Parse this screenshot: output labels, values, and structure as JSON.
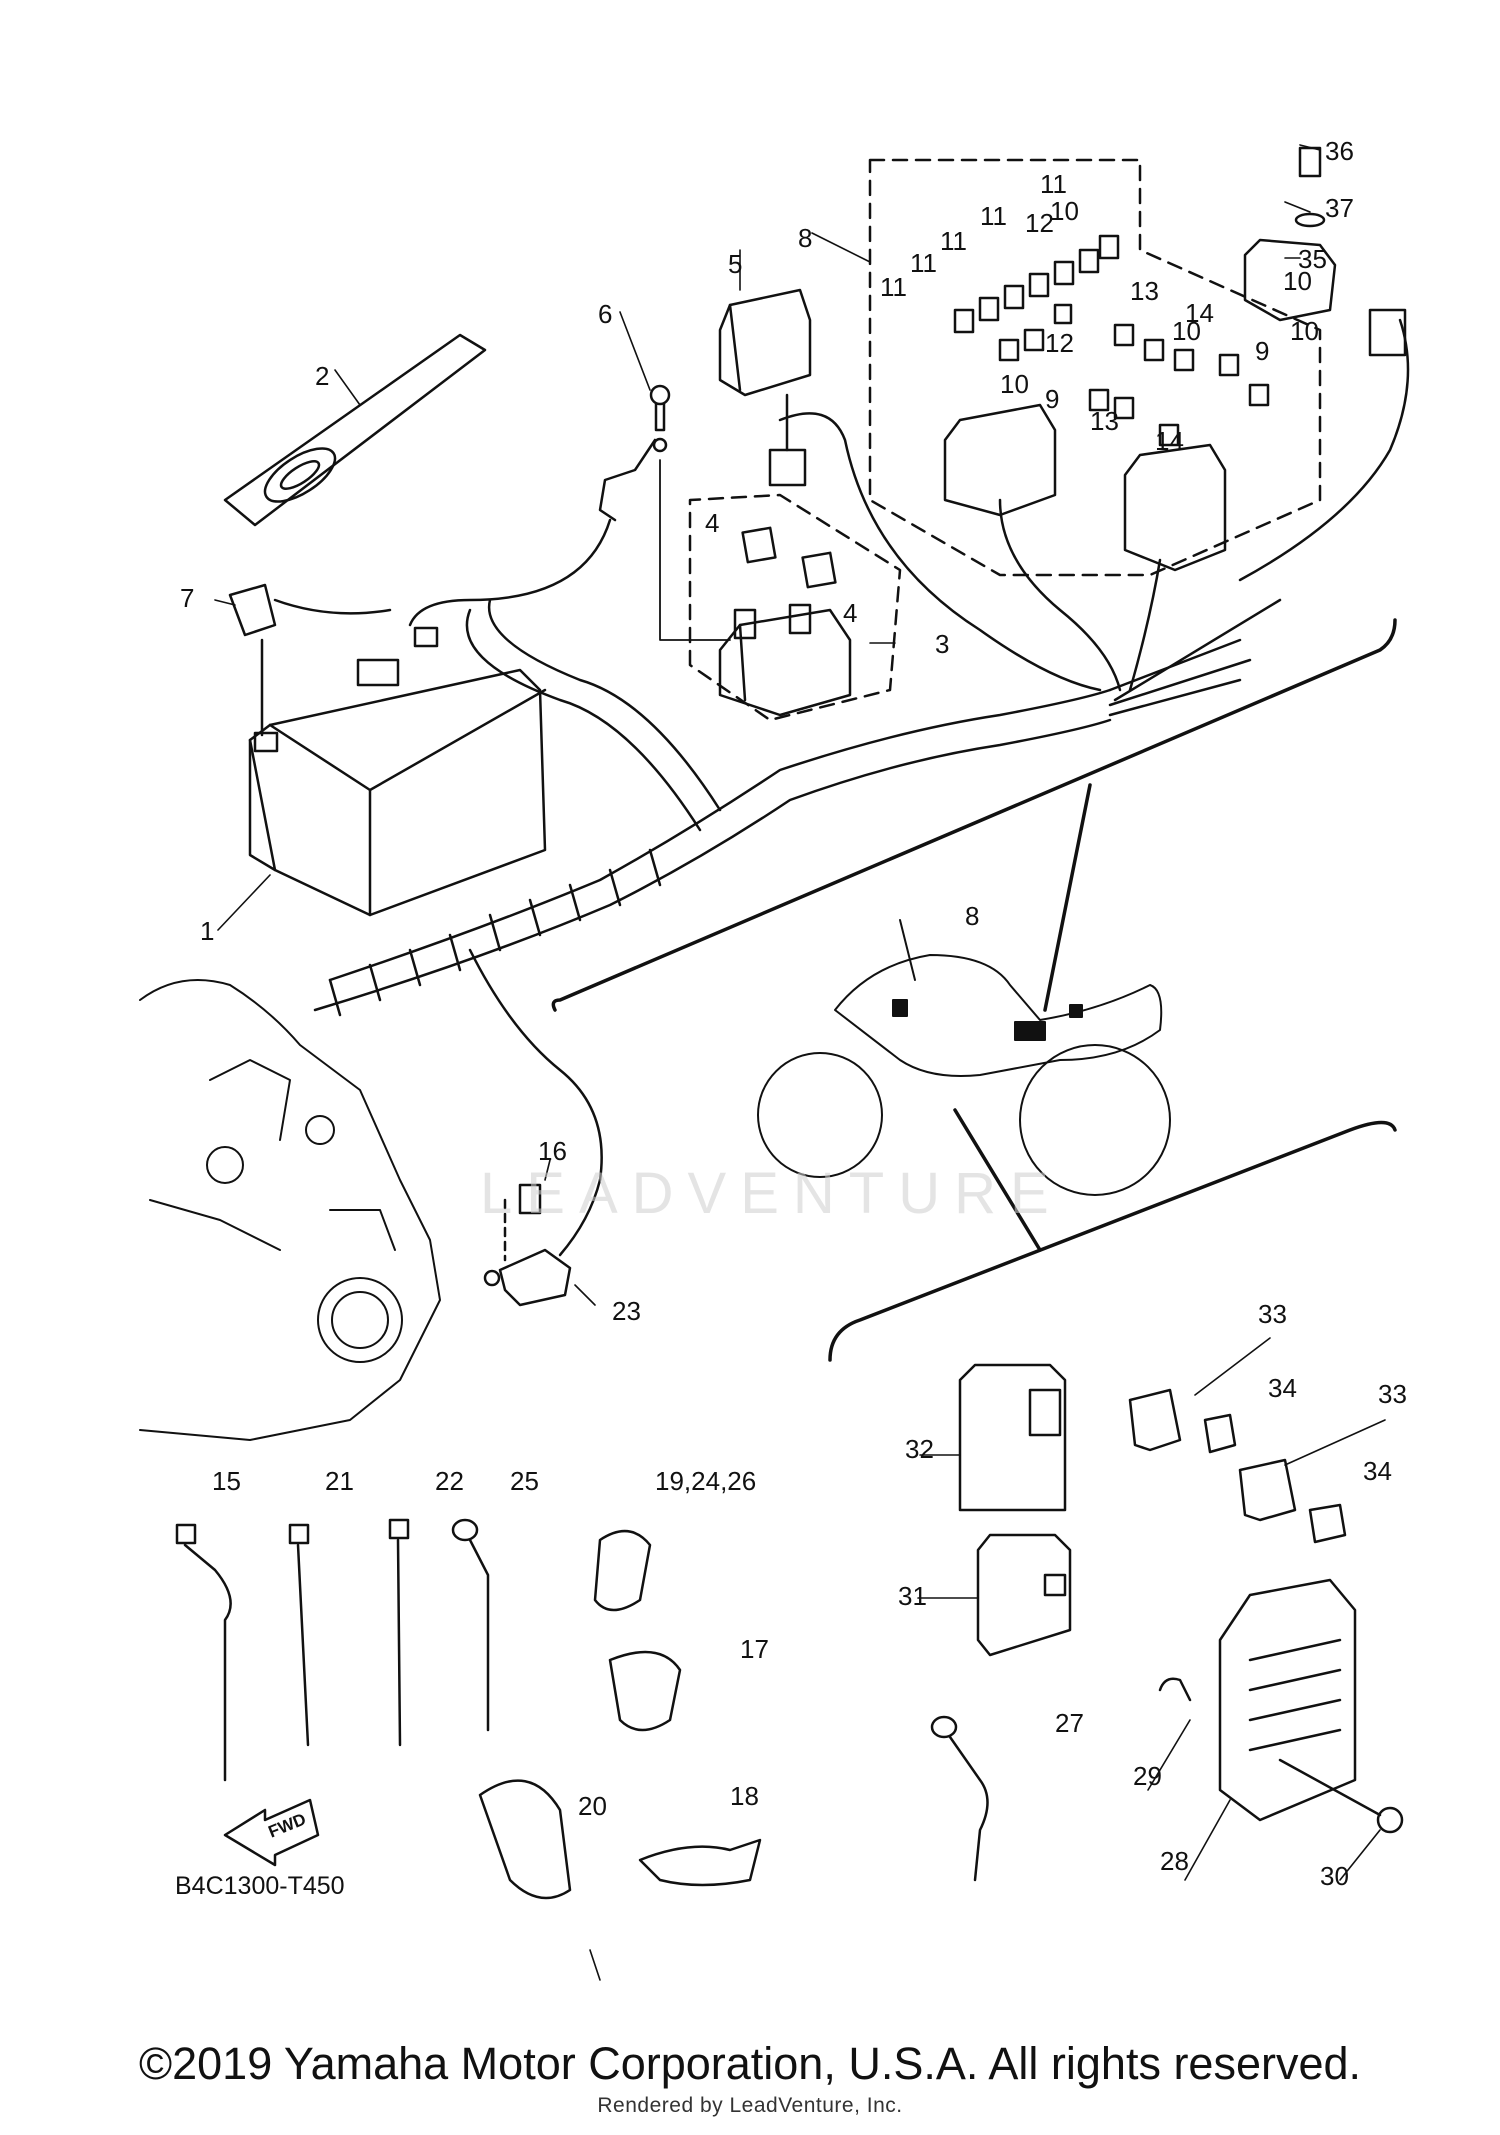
{
  "diagram": {
    "reference_code": "B4C1300-T450",
    "direction_marker": "FWD",
    "watermark_text": "LEADVENTURE",
    "copyright": "©2019 Yamaha Motor Corporation, U.S.A. All rights reserved.",
    "rendered_by": "Rendered by LeadVenture, Inc.",
    "callouts": [
      "1",
      "2",
      "3",
      "4",
      "4",
      "5",
      "6",
      "7",
      "8",
      "8",
      "9",
      "9",
      "10",
      "10",
      "10",
      "10",
      "10",
      "11",
      "11",
      "11",
      "11",
      "11",
      "12",
      "12",
      "13",
      "13",
      "14",
      "14",
      "15",
      "16",
      "17",
      "18",
      "19,24,26",
      "20",
      "21",
      "22",
      "23",
      "25",
      "27",
      "28",
      "29",
      "30",
      "31",
      "32",
      "33",
      "33",
      "34",
      "34",
      "35",
      "36",
      "37"
    ]
  }
}
